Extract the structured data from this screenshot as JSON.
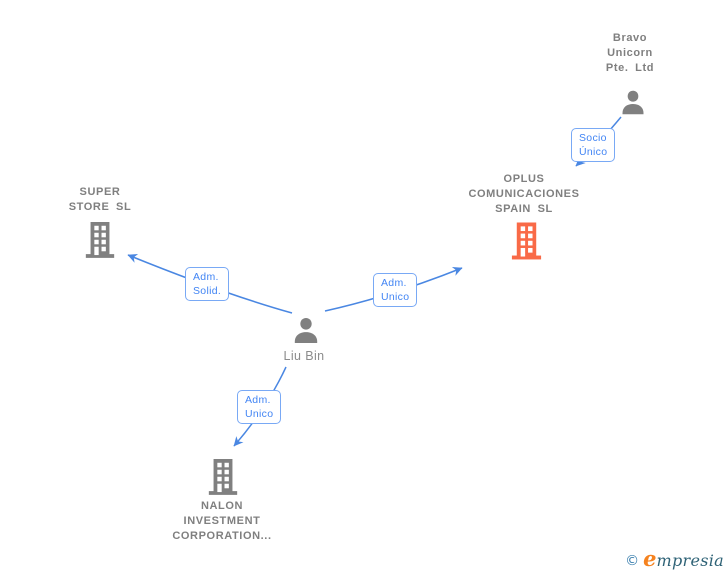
{
  "diagram": {
    "nodes": {
      "bravo_unicorn": {
        "type": "person",
        "full_name": "Bravo Unicorn Pte. Ltd",
        "lines": [
          "Bravo",
          "Unicorn",
          "Pte. Ltd"
        ]
      },
      "super_store": {
        "type": "company",
        "full_name": "SUPER STORE SL",
        "lines": [
          "SUPER",
          "STORE SL"
        ]
      },
      "oplus": {
        "type": "company",
        "full_name": "OPLUS COMUNICACIONES SPAIN SL",
        "lines": [
          "OPLUS",
          "COMUNICACIONES",
          "SPAIN SL"
        ]
      },
      "liu_bin": {
        "type": "person",
        "full_name": "Liu Bin",
        "lines": [
          "Liu Bin"
        ]
      },
      "nalon": {
        "type": "company",
        "full_name": "NALON INVESTMENT CORPORATION...",
        "lines": [
          "NALON",
          "INVESTMENT",
          "CORPORATION..."
        ]
      }
    },
    "edges": [
      {
        "from": "bravo_unicorn",
        "to": "oplus",
        "relation": "Socio Único",
        "label_lines": [
          "Socio",
          "Único"
        ]
      },
      {
        "from": "liu_bin",
        "to": "super_store",
        "relation": "Adm. Solid.",
        "label_lines": [
          "Adm.",
          "Solid."
        ]
      },
      {
        "from": "liu_bin",
        "to": "oplus",
        "relation": "Adm. Unico",
        "label_lines": [
          "Adm.",
          "Unico"
        ]
      },
      {
        "from": "liu_bin",
        "to": "nalon",
        "relation": "Adm. Unico",
        "label_lines": [
          "Adm.",
          "Unico"
        ]
      }
    ],
    "colors": {
      "edge": "#4a87e2",
      "edge_label_text": "#4285f4",
      "edge_label_border": "#79a9f5",
      "company_text": "#7f7f7f",
      "person_text": "#8c8c8c",
      "icon_gray": "#808080",
      "icon_orange": "#f96a47",
      "watermark_teal": "#3a7fae",
      "watermark_orange": "#f5821f",
      "watermark_dark": "#2e6276"
    }
  },
  "watermark": {
    "copyright_symbol": "©",
    "brand_initial": "e",
    "brand_rest": "mpresia"
  }
}
